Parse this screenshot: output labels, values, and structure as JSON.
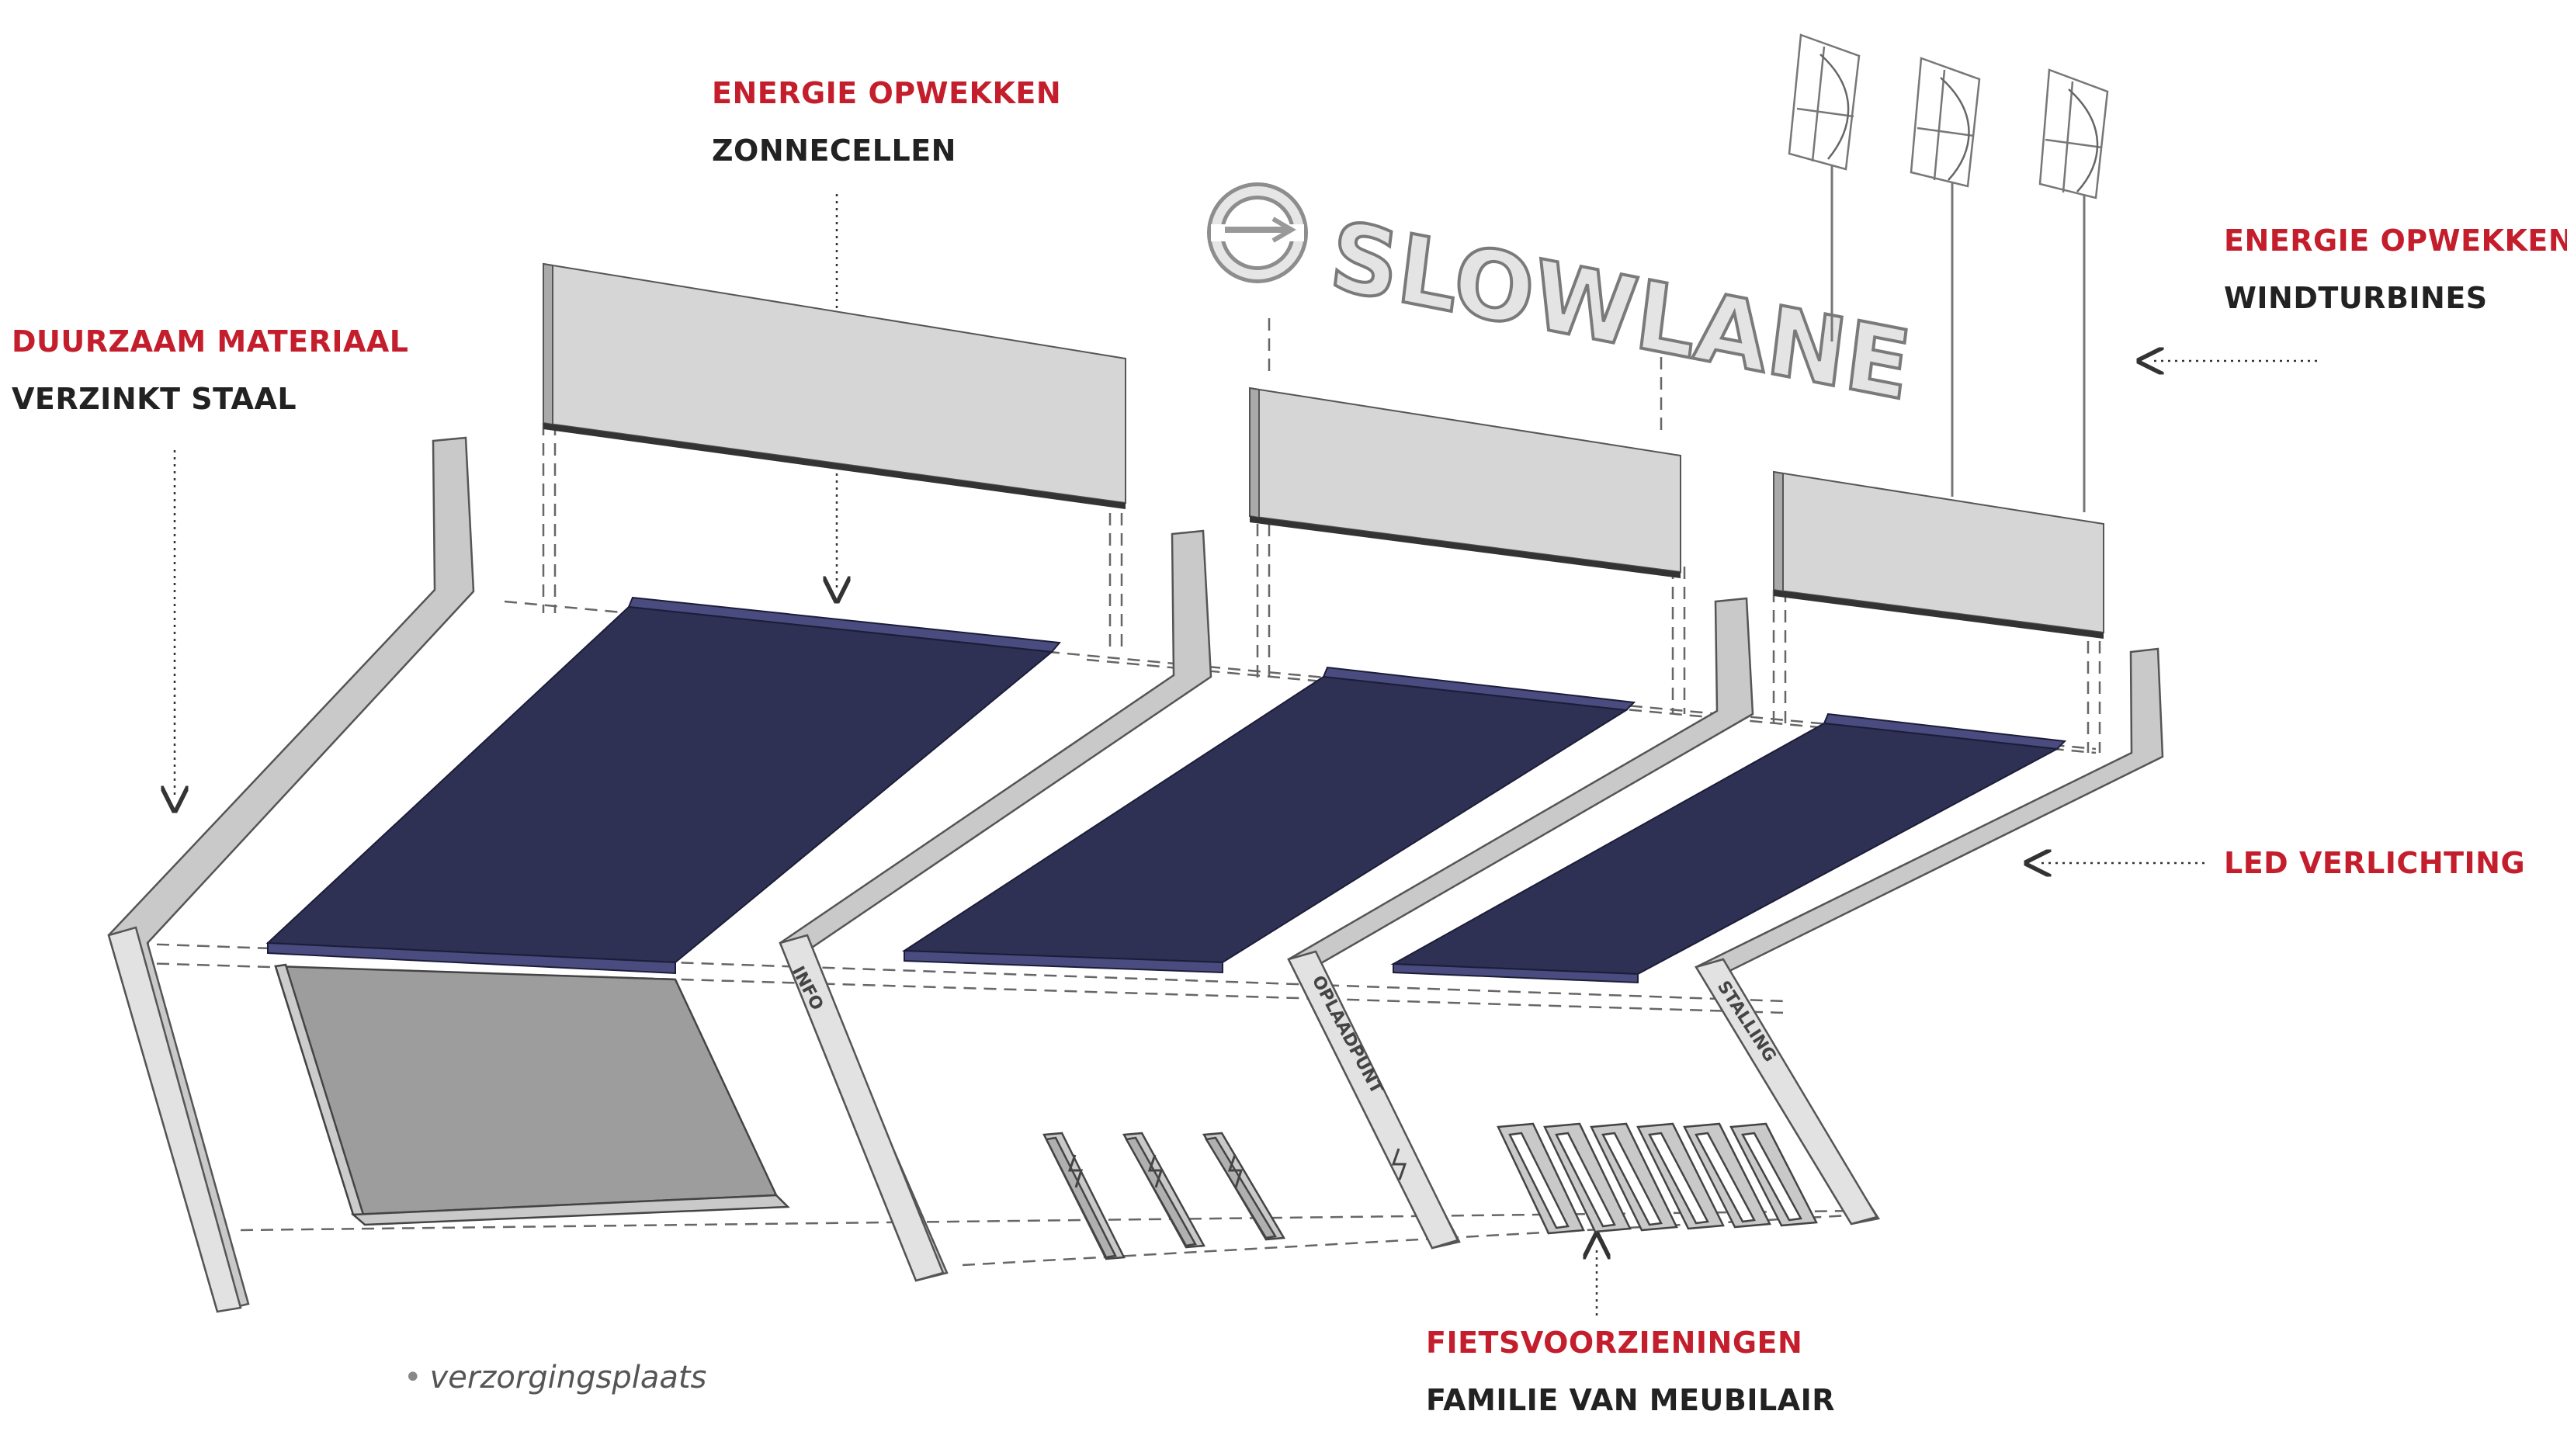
{
  "labels": {
    "solar": {
      "category": "ENERGIE OPWEKKEN",
      "detail": "ZONNECELLEN"
    },
    "material": {
      "category": "DUURZAAM MATERIAAL",
      "detail": "VERZINKT STAAL"
    },
    "wind": {
      "category": "ENERGIE OPWEKKEN",
      "detail": "WINDTURBINES"
    },
    "led": {
      "category": "LED VERLICHTING"
    },
    "bike": {
      "category": "FIETSVOORZIENINGEN",
      "detail": "FAMILIE VAN MEUBILAIR"
    }
  },
  "brand": {
    "name": "SLOWLANE"
  },
  "frame_tags": {
    "info": "INFO",
    "charging": "OPLAADPUNT",
    "parking": "STALLING"
  },
  "caption": {
    "bullet": "•",
    "text": "verzorgingsplaats"
  },
  "colors": {
    "accent_red": "#c41e2c",
    "solar_panel": "#2e3054",
    "steel": "#c9c9c9",
    "info_board": "#9d9d9d"
  }
}
